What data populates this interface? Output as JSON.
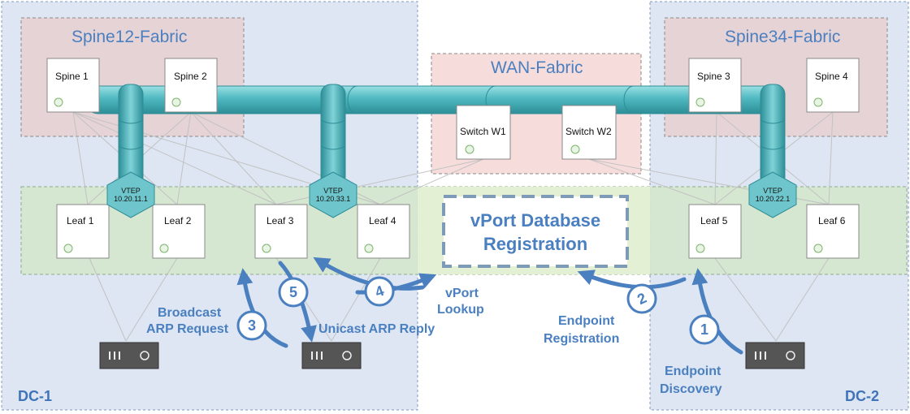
{
  "zones": {
    "dc1": "DC-1",
    "dc2": "DC-2",
    "spine12": "Spine12-Fabric",
    "spine34": "Spine34-Fabric",
    "wan": "WAN-Fabric"
  },
  "nodes": {
    "spine1": "Spine 1",
    "spine2": "Spine 2",
    "spine3": "Spine 3",
    "spine4": "Spine 4",
    "switch_w1": "Switch W1",
    "switch_w2": "Switch W2",
    "leaf1": "Leaf 1",
    "leaf2": "Leaf 2",
    "leaf3": "Leaf 3",
    "leaf4": "Leaf 4",
    "leaf5": "Leaf 5",
    "leaf6": "Leaf 6"
  },
  "vteps": [
    {
      "title": "VTEP",
      "ip": "10.20.11.1"
    },
    {
      "title": "VTEP",
      "ip": "10.20.33.1"
    },
    {
      "title": "VTEP",
      "ip": "10.20.22.1"
    }
  ],
  "vport_box": {
    "line1": "vPort Database",
    "line2": "Registration"
  },
  "steps": [
    "1",
    "2",
    "3",
    "4",
    "5"
  ],
  "annotations": {
    "broadcast_line1": "Broadcast",
    "broadcast_line2": "ARP Request",
    "unicast": "Unicast ARP Reply",
    "vport_line1": "vPort",
    "vport_line2": "Lookup",
    "endpoint_reg_line1": "Endpoint",
    "endpoint_reg_line2": "Registration",
    "endpoint_disc_line1": "Endpoint",
    "endpoint_disc_line2": "Discovery"
  },
  "colors": {
    "dc_zone": "#dde6f2",
    "spine_zone": "#e6d3d6",
    "wan_zone": "#f7dcdc",
    "leaf_zone": "#d5e6d0",
    "tunnel": "#5bbfc6",
    "accent": "#4a7fc0"
  }
}
